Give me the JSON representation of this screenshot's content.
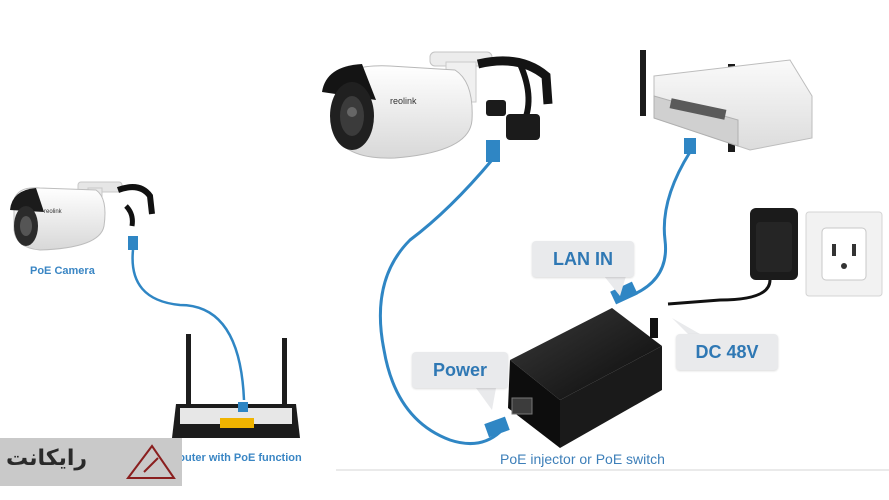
{
  "labels": {
    "poe_camera": "PoE Camera",
    "router": "router with PoE function",
    "lan_in": "LAN IN",
    "power": "Power",
    "dc_48v": "DC 48V",
    "injector": "PoE injector or PoE switch",
    "camera_brand": "reolink",
    "watermark": "رایکانت"
  },
  "colors": {
    "cable_blue": "#2f86c4",
    "callout_text": "#2f78b4",
    "callout_bg": "#e9eaec",
    "injector_body": "#141414",
    "camera_white": "#f3f3f3"
  }
}
